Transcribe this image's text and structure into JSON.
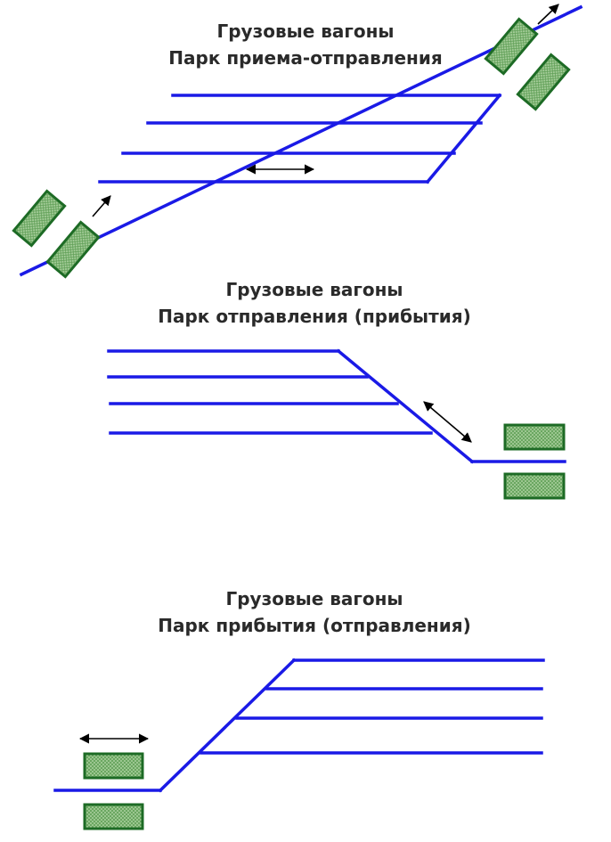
{
  "colors": {
    "track": "#1a1ae6",
    "wagon_fill": "#a8cf9c",
    "wagon_stroke": "#1d6b25",
    "arrow": "#000000"
  },
  "panels": [
    {
      "line1": "Грузовые вагоны",
      "line2": "Парк приема-отправления"
    },
    {
      "line1": "Грузовые вагоны",
      "line2": "Парк отправления (прибытия)"
    },
    {
      "line1": "Грузовые вагоны",
      "line2": "Парк прибытия (отправления)"
    }
  ]
}
